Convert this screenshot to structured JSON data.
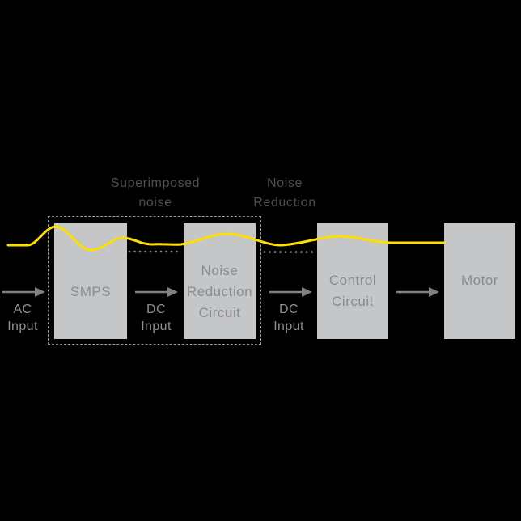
{
  "canvas": {
    "background": "#000000"
  },
  "colors": {
    "canvas_bg": "#000000",
    "block_bg": "#c5c6c8",
    "block_text": "#8a8c8e",
    "outer_label": "#4e4f51",
    "io_label": "#8d8f91",
    "arrow": "#7f8183",
    "dashed_box": "#9a9a9a",
    "dotted_line": "#919191",
    "noise_wave": "#ffdf00"
  },
  "annotations": {
    "superimposed_noise": {
      "line1": "Superimposed",
      "line2": "noise"
    },
    "noise_reduction": {
      "line1": "Noise",
      "line2": "Reduction"
    }
  },
  "blocks": [
    {
      "id": "smps",
      "lines": [
        "SMPS"
      ]
    },
    {
      "id": "noise_reduction_circuit",
      "lines": [
        "Noise",
        "Reduction",
        "Circuit"
      ]
    },
    {
      "id": "control_circuit",
      "lines": [
        "Control",
        "Circuit"
      ]
    },
    {
      "id": "motor",
      "lines": [
        "Motor"
      ]
    }
  ],
  "io_labels": [
    {
      "id": "ac_input",
      "line1": "AC",
      "line2": "Input"
    },
    {
      "id": "dc_input_1",
      "line1": "DC",
      "line2": "Input"
    },
    {
      "id": "dc_input_2",
      "line1": "DC",
      "line2": "Input"
    }
  ]
}
